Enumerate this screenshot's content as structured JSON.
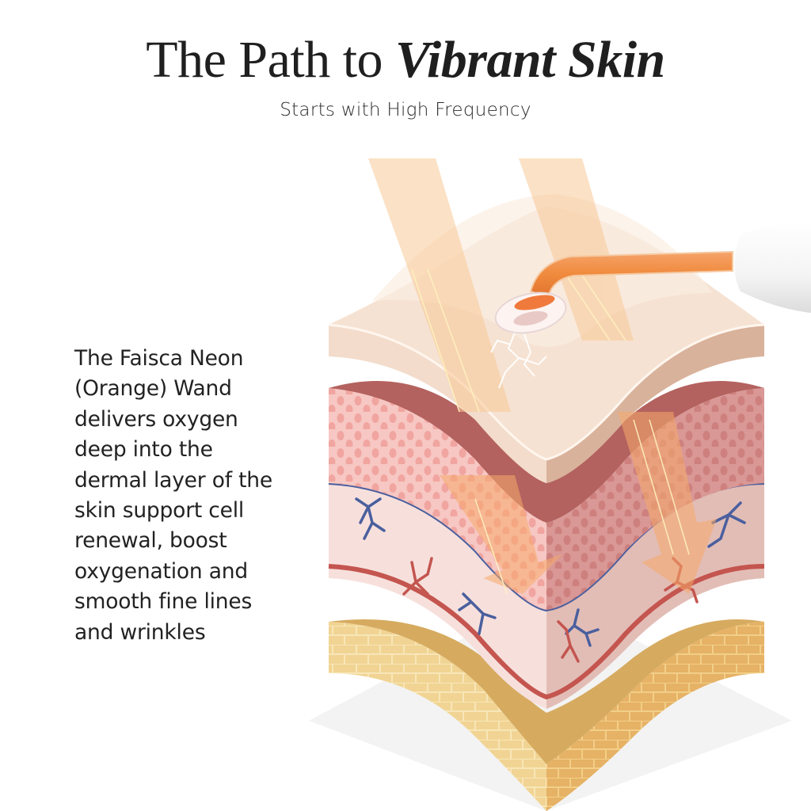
{
  "header": {
    "title_normal": "The Path to ",
    "title_accent": "Vibrant Skin",
    "subtitle": "Starts with High Frequency"
  },
  "description": {
    "lines": [
      "The Faisca Neon",
      "(Orange) Wand",
      "delivers oxygen",
      "deep into the",
      "dermal layer of the",
      "skin support cell",
      "renewal, boost",
      "oxygenation and",
      "smooth fine lines",
      "and wrinkles"
    ]
  },
  "illustration": {
    "subject": "skin-layer-cross-section-with-high-frequency-wand",
    "layers": [
      "epidermis",
      "dermis-dotted",
      "dermis-vessels",
      "subcutaneous-fat"
    ],
    "colors": {
      "epidermis": "#f3ddc8",
      "dermis_dark": "#b86a68",
      "dermis_dots": "#f2a9a3",
      "dermis_light": "#f6dcd8",
      "vein_blue": "#4a5f9e",
      "artery_red": "#c4554f",
      "fat_yellow": "#efd08c",
      "fat_dark": "#d4a85e",
      "beam": "#f8c996",
      "wand_orange": "#f0883a",
      "wand_handle": "#f7f7f7"
    }
  }
}
